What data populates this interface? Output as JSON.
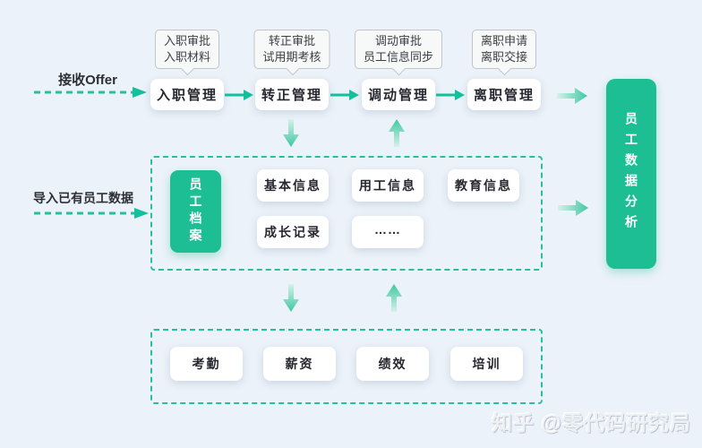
{
  "colors": {
    "accent": "#14bf9b",
    "green_box": "#1ebe95",
    "background": "#ecf2f9",
    "dashed_border": "#26c09f"
  },
  "flow": {
    "offer_label": "接收Offer",
    "import_label": "导入已有员工数据",
    "stages": [
      {
        "label": "入职管理",
        "callout_line1": "入职审批",
        "callout_line2": "入职材料"
      },
      {
        "label": "转正管理",
        "callout_line1": "转正审批",
        "callout_line2": "试用期考核"
      },
      {
        "label": "调动管理",
        "callout_line1": "调动审批",
        "callout_line2": "员工信息同步"
      },
      {
        "label": "离职管理",
        "callout_line1": "离职申请",
        "callout_line2": "离职交接"
      }
    ],
    "analysis_label": "员工数据分析",
    "archive": {
      "title": "员工档案",
      "items": [
        "基本信息",
        "用工信息",
        "教育信息",
        "成长记录",
        "……"
      ]
    },
    "hr_modules": [
      "考勤",
      "薪资",
      "绩效",
      "培训"
    ]
  },
  "watermark": "知乎 @零代码研究局"
}
